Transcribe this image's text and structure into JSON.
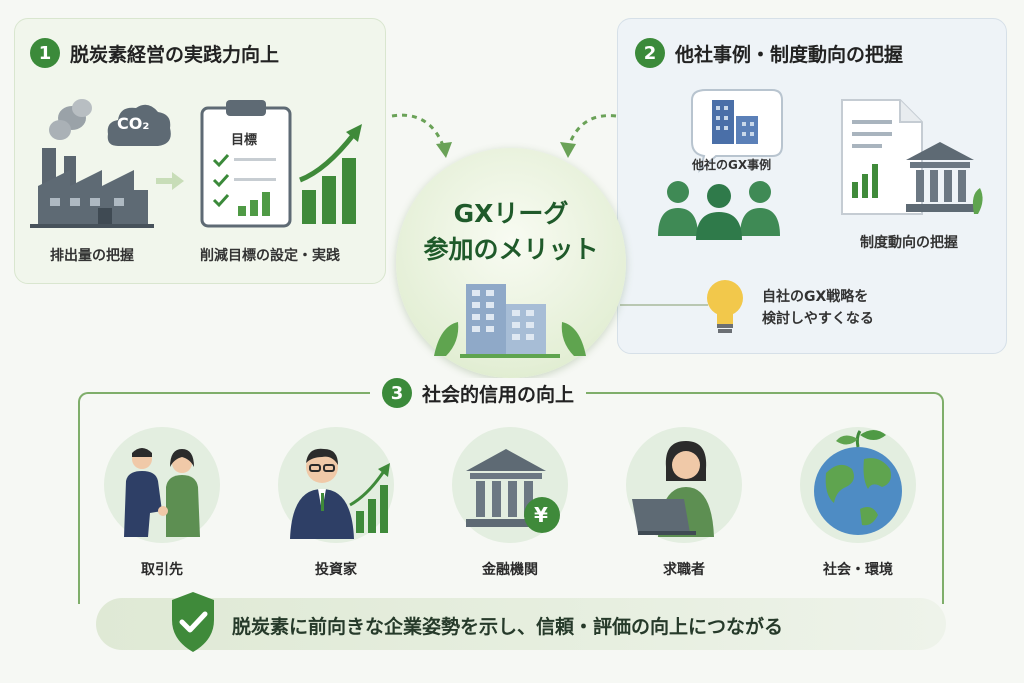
{
  "center": {
    "title": "GXリーグ\n参加のメリット"
  },
  "section1": {
    "number": "1",
    "title": "脱炭素経営の実践力向上",
    "co2_label": "CO₂",
    "clipboard_label": "目標",
    "caption_left": "排出量の把握",
    "caption_right": "削減目標の設定・実践"
  },
  "section2": {
    "number": "2",
    "title": "他社事例・制度動向の把握",
    "case_label": "他社のGX事例",
    "trend_label": "制度動向の把握",
    "insight": "自社のGX戦略を\n検討しやすくなる"
  },
  "section3": {
    "number": "3",
    "title": "社会的信用の向上",
    "stakeholders": [
      {
        "label": "取引先",
        "icon": "handshake-icon"
      },
      {
        "label": "投資家",
        "icon": "investor-icon"
      },
      {
        "label": "金融機関",
        "icon": "bank-icon"
      },
      {
        "label": "求職者",
        "icon": "job-seeker-icon"
      },
      {
        "label": "社会・環境",
        "icon": "earth-icon"
      }
    ],
    "yen_symbol": "¥"
  },
  "banner": {
    "text": "脱炭素に前向きな企業姿勢を示し、信頼・評価の向上につながる"
  },
  "colors": {
    "accent_green": "#3b8a3a",
    "dark_green": "#1f5a2a",
    "navy": "#2e3f66"
  }
}
